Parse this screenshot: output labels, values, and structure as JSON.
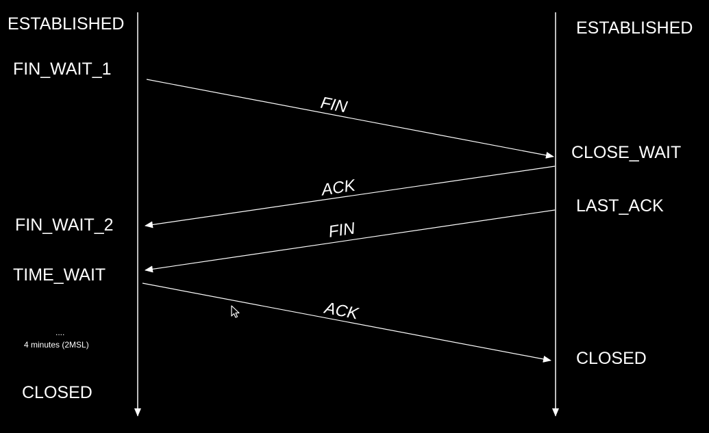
{
  "colors": {
    "background": "#000000",
    "foreground": "#ffffff"
  },
  "left_states": {
    "established": "ESTABLISHED",
    "fin_wait_1": "FIN_WAIT_1",
    "fin_wait_2": "FIN_WAIT_2",
    "time_wait": "TIME_WAIT",
    "dots": "....",
    "wait_note": "4 minutes (2MSL)",
    "closed": "CLOSED"
  },
  "right_states": {
    "established": "ESTABLISHED",
    "close_wait": "CLOSE_WAIT",
    "last_ack": "LAST_ACK",
    "closed": "CLOSED"
  },
  "messages": {
    "fin_1": "FIN",
    "ack_1": "ACK",
    "fin_2": "FIN",
    "ack_2": "ACK"
  },
  "icons": {
    "cursor": "mouse-pointer-icon"
  }
}
